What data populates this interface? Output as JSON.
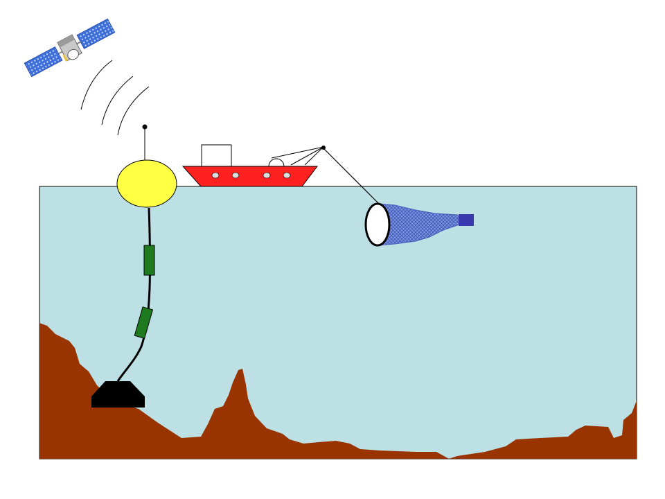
{
  "diagram": {
    "type": "ocean-observation-illustration",
    "elements": [
      "satellite",
      "radio-signal-waves",
      "surface-buoy",
      "buoy-antenna",
      "mooring-line",
      "instrument-sensors",
      "anchor-weight",
      "research-ship",
      "tow-cable",
      "plankton-net",
      "net-cod-end",
      "ocean-water",
      "seafloor"
    ],
    "colors": {
      "water": "#bde0e4",
      "seafloor": "#993300",
      "buoy": "#ffff44",
      "ship_hull": "#ff2020",
      "sensor": "#1e7a1e",
      "net_mesh": "#6f86d6",
      "cod_end": "#3a3ab0",
      "satellite_panel": "#3f6fd8",
      "anchor": "#000000"
    },
    "icons": {
      "satellite": "satellite-icon",
      "ship": "ship-icon",
      "buoy": "buoy-icon",
      "net": "net-icon",
      "anchor": "anchor-icon"
    }
  }
}
